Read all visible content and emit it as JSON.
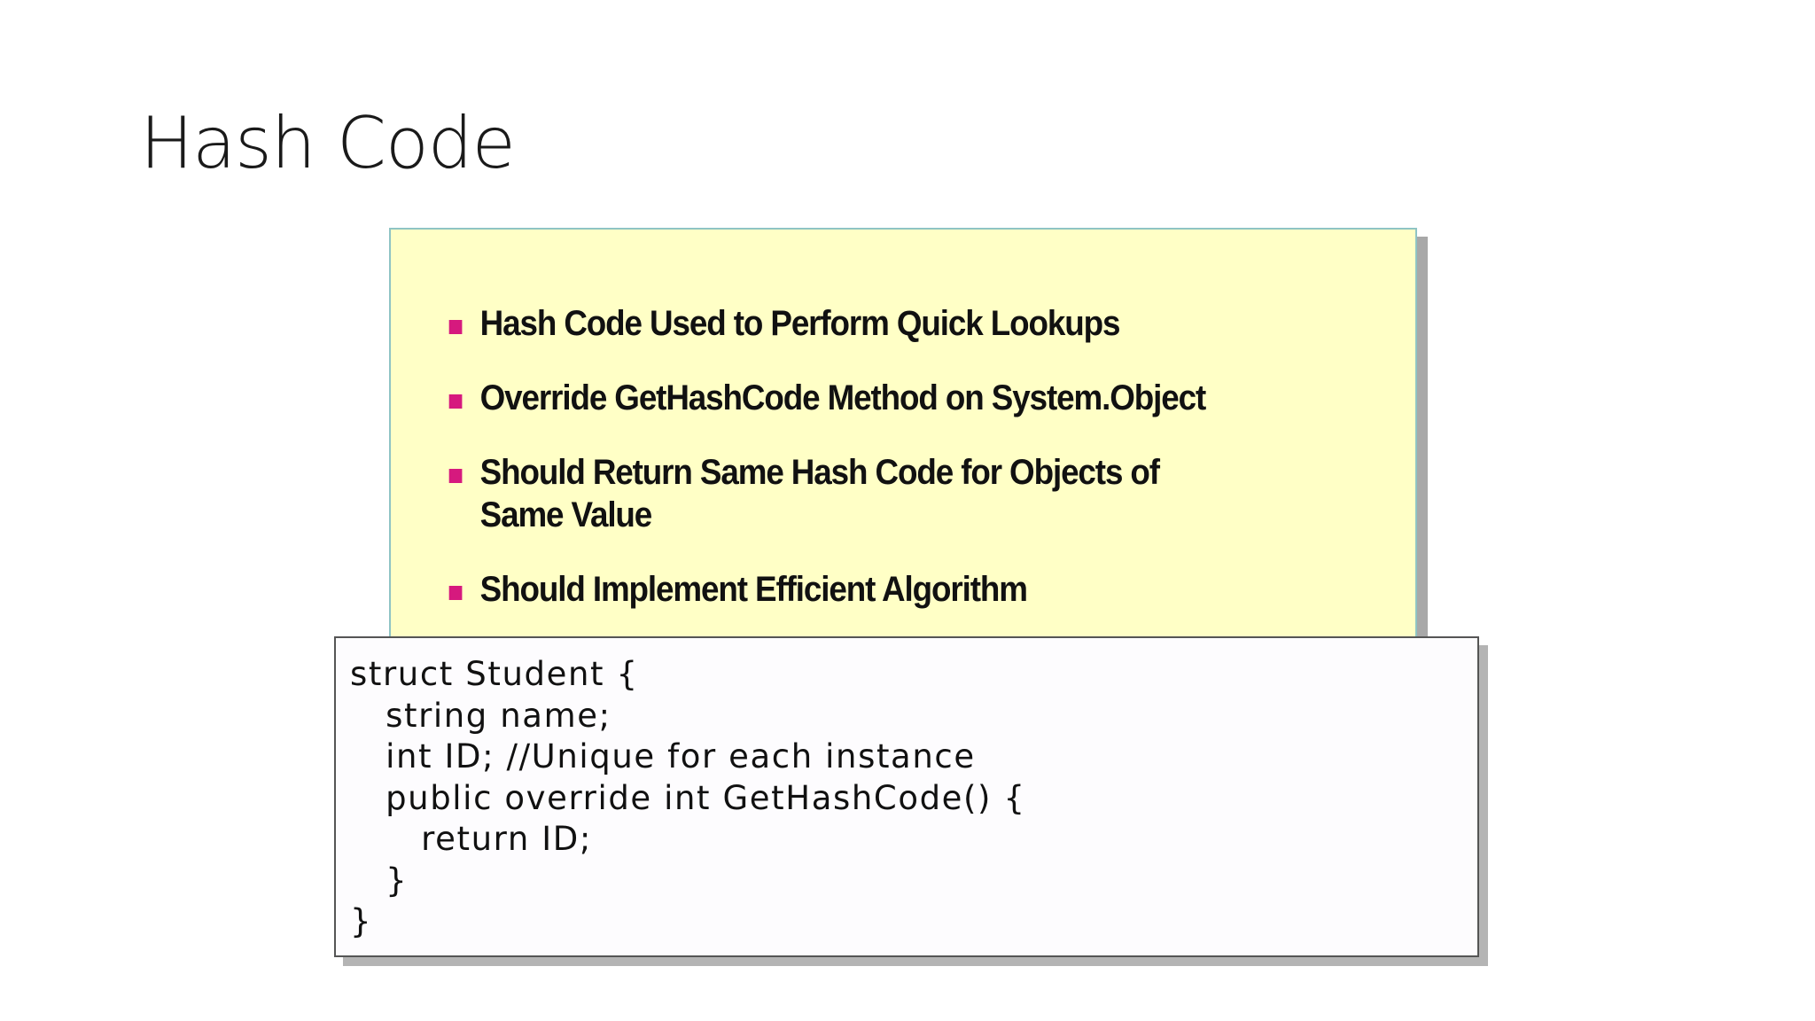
{
  "slide": {
    "title": "Hash Code"
  },
  "bullets": [
    {
      "text": "Hash Code Used to Perform Quick Lookups"
    },
    {
      "text": "Override GetHashCode Method on System.Object"
    },
    {
      "text": "Should Return Same Hash Code for Objects of Same Value"
    },
    {
      "text": "Should Implement Efficient Algorithm"
    }
  ],
  "code": {
    "lines": [
      "struct Student {",
      "   string name;",
      "   int ID; //Unique for each instance",
      "   public override int GetHashCode() {",
      "      return ID;",
      "   }",
      "}"
    ]
  },
  "colors": {
    "panel_background": "#ffffc6",
    "panel_border": "#8fc4c4",
    "bullet_marker": "#d6197e",
    "code_background": "#fdfcfe"
  }
}
